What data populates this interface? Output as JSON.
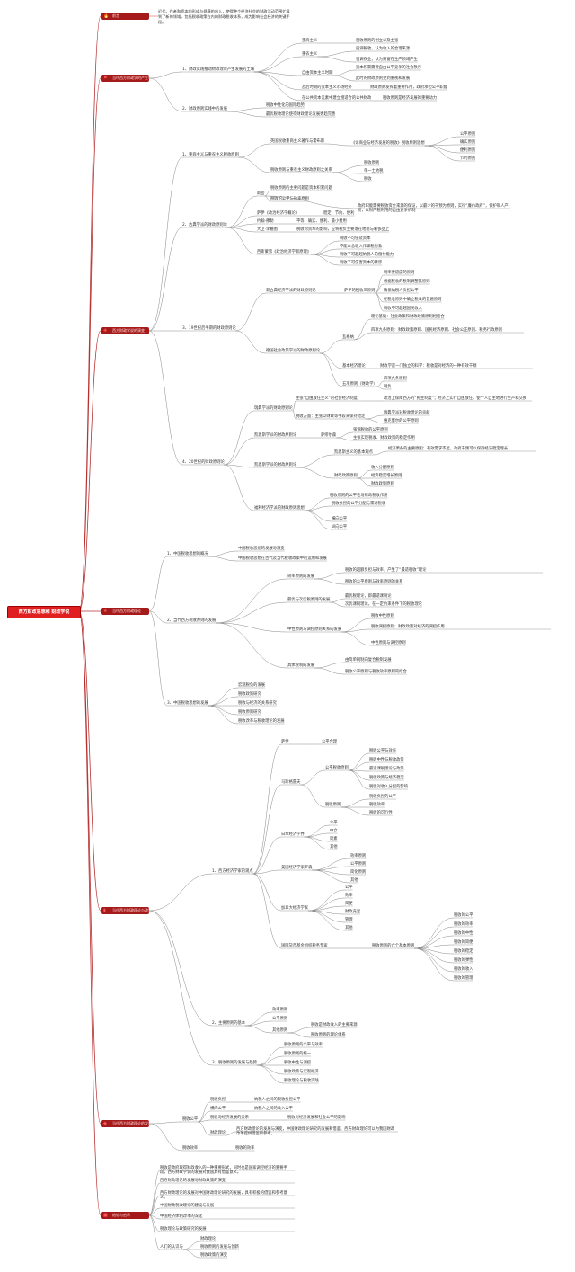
{
  "root": "西方财政思想和 财政学说",
  "sections": [
    {
      "label": "前言",
      "icon": "fire-icon"
    },
    {
      "label": "当代西方财政学的产生和背景分析与",
      "icon": "flag-icon"
    },
    {
      "label": "西方财政学说的演变",
      "icon": "ambulance-icon"
    },
    {
      "label": "当代西方财政理论",
      "icon": "star-icon"
    },
    {
      "label": "当代西方财政理论与政策",
      "icon": "book-icon"
    },
    {
      "label": "当代西方财政理论的发展",
      "icon": "car-icon"
    },
    {
      "label": "结论与启示",
      "icon": "bus-icon"
    }
  ],
  "intro_note": "近代，作者和资本的形成与规模的出入，使得整个经济社会的财政活动范围扩展到了新的领域，包括税收政策在内的财政税收体系，成为影响社会经济的关键手段。",
  "s1": {
    "a": "1、财政实践推动财政理论产生发展的土壤",
    "a1": "重商主义",
    "a1n": "税收原则的创立以及主张",
    "a2": "重农主义",
    "a2n1": "强调税收，认为收入的合理来源",
    "a2n2": "强调农业，认为财富在生产领域产生",
    "a3": "自由资本主义时期",
    "a3n1": "资本积累需要自由公平竞争的社会秩序",
    "a3n2": "此时的财政原则受到重视和发展",
    "a4": "战后时期的资本主义市场经济",
    "a4n": "财政原则发挥着重要作用，政府承担公平职能",
    "a5": "在公共资本元素中建立相适合的公共财政",
    "a5n": "税收原则是经济发展的重要动力",
    "b": "2、财政原则实践中的发展",
    "b1": "税收中性化的国际趋势",
    "b2": "最优税收理论使得财政理论发展更趋完善"
  },
  "s2": {
    "a": "1、重商主义与重农主义税收原则",
    "a1": "英国税收重商主义著作与霍布斯",
    "a1n": "《论商业与经济发展的税收》税收原则思想",
    "a1l": [
      "公平原则",
      "确实原则",
      "便利原则",
      "节约原则"
    ],
    "a2": "税收原则与重农主义财政原则之关系",
    "a2l": [
      "税收原则",
      "单一土地税",
      "税收"
    ],
    "b": "2、古典学派的财政原则论",
    "b1": "斯密",
    "b1n1": "税收原则的主要问题是资本积累问题",
    "b1n2": "税收的公平与效率原则",
    "b1n3": "政府职能需要税收资金来源的保证，以最少的干预为原则，实行“廉价政府”，保护私人产权，以财产税利用的自由竞争机制",
    "b2": "萨伊《政治经济学概论》",
    "b2n": "稳定、节约、便利",
    "b3": "约翰·穆勒",
    "b3n": "平等、确实、便利、最小费用",
    "b4": "大卫·李嘉图",
    "b4n": "税收对资本的影响，应将税负主要落在地租与奢侈品上",
    "b5": "西斯蒙第《政治经济学新原理》",
    "b5l": [
      "税收不可侵及资本",
      "不能以总收入作课税对象",
      "税收不可超越纳税人的偿付能力",
      "税收不可侵害资本的转移"
    ],
    "c": "3、19世纪后半期的财政原则论",
    "c1": "新古典经济学派的财政原则论",
    "c1n": "萨伊的税收三原则",
    "c1l": [
      "税率要适度的原则",
      "根据税收的税制调整其原则",
      "确保纳税人负担公平",
      "在税收原则中确立税收的普遍原则",
      "税收不可超越国民收入"
    ],
    "c2": "德国社会政策学派的财政原则论",
    "c2n1": "瓦格纳",
    "c2n2": "理论基础：社会政策和财政政策原则相结合",
    "c2n3": "四项九条原则：财政政策原则、国民经济原则、社会公正原则、税务行政原则",
    "c2n4": "基本经济理论",
    "c2n5": "财政学是一门独立的科学：税收是对经济的一种有效干预",
    "c2n6": "五项原则（财政学）",
    "c2l": [
      "四项九条原则",
      "税负"
    ],
    "d": "4、20世纪的财政原则论",
    "d1": "瑞典学派的财政原则论",
    "d1n1": "主张“自由放任主义”的社会经济制度",
    "d1n2": "政治上保障西方的“民主制度”；经济上实行自由放任，使个人自主地进行生产和交换",
    "d1n3": "税收方面：主张以财政等手段来保持稳定",
    "d1n4": "瑞典学派对税收理论的贡献",
    "d1n5": "维克塞尔的公平原则",
    "d2": "凯恩斯学派的财政原则论",
    "d2n": "萨缪尔森",
    "d2l": [
      "强调税收的公平原则",
      "主张实现税收、财政政策的稳定作用"
    ],
    "d3": "凯恩斯学派的财政原则论",
    "d3n1": "凯恩斯主义的基本观点",
    "d3n2": "经济萧条的主要原因：有效需求不足，政府干预可以保持经济稳定增长",
    "d3n3": "财政政策原则",
    "d3l": [
      "收入分配原则",
      "经济稳定增长原则",
      "财政政策原则"
    ],
    "d4": "福利经济学派的财政原则思想",
    "d4n1": "税收原则的公平性与财政税收作用",
    "d4n2": "税收负担的公平分配与累进税收",
    "d4l": [
      "横向公平",
      "纵向公平"
    ]
  },
  "s3": {
    "a": "1、中国税收思想的概况",
    "a1": "中国税收思想的发展与演变",
    "a2": "中国税收思想在古代及当代税收政策中的运用和发展",
    "b": "2、当代西方税收原则的发展",
    "b1": "效率原则的发展",
    "b1n1": "税收的超额负担与效率，产生了“最适税收”理论",
    "b1n2": "税收的公平原则与效率原则的关系",
    "b2": "最优与次优税原则的发展",
    "b2n1": "最优税理论，即最适课税论",
    "b2n2": "次优课税理论，在一定约束条件下的税收理论",
    "b3": "中性原则与调控原则关系的发展",
    "b3n1": "税收中性原则",
    "b3n2": "税收调控原则：财政政策对经济的调控作用",
    "b3n3": "中性原则与调控原则",
    "b4": "具体税制的发展",
    "b4n1": "由简单税制向复合税制发展",
    "b4n2": "税收公平原则与税收效率原则的结合",
    "c": "3、中国税收思想的发展",
    "cl": [
      "宏观税负的发展",
      "税收政策研究",
      "税收与经济的关系研究",
      "税收原则研究",
      "税收改革与税收理论的发展"
    ]
  },
  "s4": {
    "a": "1、西方经济学家的观点",
    "a1": "萨伊",
    "a1n": "公平合理",
    "a2": "马斯格雷夫",
    "a2n": "公平税收原则",
    "a2l": [
      "税收公平与效率",
      "税收中性与税收政策",
      "最适课税理论与政策",
      "税收政策与经济稳定",
      "税收对收入分配的影响"
    ],
    "a2n2": "税收原则",
    "a2l2": [
      "税收负担的公平",
      "税收效率",
      "税收的可行性"
    ],
    "a3": "日本经济学界",
    "a3l": [
      "公平",
      "中立",
      "简素",
      "其他"
    ],
    "a4": "美国经济学家罗森",
    "a4l": [
      "效率原则",
      "公平原则",
      "简化原则",
      "其他"
    ],
    "a5": "加拿大经济学家",
    "a5l": [
      "公平",
      "效率",
      "简便",
      "财政充足",
      "管理",
      "其他"
    ],
    "a6": "国际货币基金组织税务专家",
    "a6n": "税收原则的六个基本原则",
    "a6l": [
      "税收的公平",
      "税收的效率",
      "税收的中性",
      "税收的简便",
      "税收的稳定",
      "税收的弹性",
      "税收的收入",
      "税收的管理"
    ],
    "b": "2、主要原则的基本",
    "b1": "效率原则",
    "b2": "公平原则",
    "b3": "其他原则",
    "b3n1": "税收是财政收入的主要来源",
    "b3n2": "税收原则的理论体系",
    "c": "3、税收原则的发展与趋势",
    "cl": [
      "税收原则的公平与效率",
      "税收原则的统一",
      "税收中性与调控",
      "税收政策与宏观经济",
      "税收理论与税收实践"
    ]
  },
  "s5": {
    "a": "税收公平",
    "a1": "税收负担",
    "a1n": "纳税人之间的税收负担公平",
    "a2": "横向公平",
    "a2n": "纳税人之间的收入公平",
    "a3": "税收与经济发展的关系",
    "a3n": "税收对经济发展和社会公平的影响",
    "a4": "财政理论",
    "a4n": "西方财政理论的发展与演变，中国财政理论研究的发展和借鉴。西方财政理论可以为我国财政改革提供借鉴和参考。",
    "b": "税收效率",
    "bn": "税收的效率"
  },
  "s6": {
    "notes": [
      "税收是政府取得财政收入的一种重要形式，同时也是国家调控经济的重要手段，西方财政学说的发展对我国具有借鉴意义。",
      "西方财政理论的发展与财政政策的演变",
      "西方财政理论的发展对中国财政理论研究的发展，具有积极的借鉴和参考意义。",
      "中国财政税收理论的建设与发展",
      "中国经济体制改革的深化",
      "税收理论与政策研究的发展"
    ],
    "a": "人们的认识与",
    "al": [
      "财政理论",
      "税收原则的发展与创新",
      "税收政策的演变"
    ]
  }
}
